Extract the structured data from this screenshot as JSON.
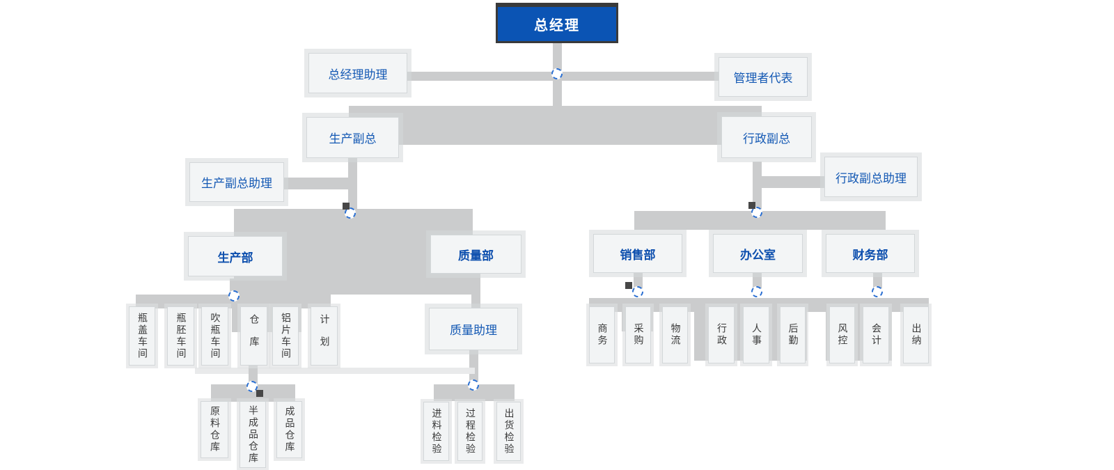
{
  "chart_type": "organization-chart",
  "colors": {
    "root_fill": "#0b54b4",
    "root_border": "#3a3a3a",
    "node_fill": "#f3f5f6",
    "node_text_blue": "#1459b4",
    "leaf_text": "#3a3a3a",
    "connector_gray": "#cbcccd",
    "connector_light": "#e9eaeb",
    "handle_border_blue": "#2a6fd2",
    "handle_square_dark": "#474747"
  },
  "nodes": {
    "gm": {
      "label": "总经理"
    },
    "gm_assistant": {
      "label": "总经理助理"
    },
    "mgmt_rep": {
      "label": "管理者代表"
    },
    "production_vp": {
      "label": "生产副总"
    },
    "admin_vp": {
      "label": "行政副总"
    },
    "production_vp_assistant": {
      "label": "生产副总助理"
    },
    "admin_vp_assistant": {
      "label": "行政副总助理"
    },
    "production_dept": {
      "label": "生产部"
    },
    "quality_dept": {
      "label": "质量部"
    },
    "sales_dept": {
      "label": "销售部"
    },
    "office": {
      "label": "办公室"
    },
    "finance_dept": {
      "label": "财务部"
    },
    "quality_assistant": {
      "label": "质量助理"
    },
    "cap_workshop": {
      "label": "瓶盖车间"
    },
    "preform_workshop": {
      "label": "瓶胚车间"
    },
    "blow_workshop": {
      "label": "吹瓶车间"
    },
    "warehouse": {
      "label": "仓库"
    },
    "aluminum_workshop": {
      "label": "铝片车间"
    },
    "planning": {
      "label": "计划"
    },
    "raw_material_warehouse": {
      "label": "原料仓库"
    },
    "semi_finished_warehouse": {
      "label": "半成品仓库"
    },
    "finished_goods_warehouse": {
      "label": "成品仓库"
    },
    "incoming_inspection": {
      "label": "进料检验"
    },
    "process_inspection": {
      "label": "过程检验"
    },
    "outgoing_inspection": {
      "label": "出货检验"
    },
    "business": {
      "label": "商务"
    },
    "procurement": {
      "label": "采购"
    },
    "logistics": {
      "label": "物流"
    },
    "administration": {
      "label": "行政"
    },
    "hr": {
      "label": "人事"
    },
    "general_support": {
      "label": "后勤"
    },
    "risk_control": {
      "label": "风控"
    },
    "accounting": {
      "label": "会计"
    },
    "cashier": {
      "label": "出纳"
    }
  },
  "hierarchy": {
    "总经理": {
      "staff": [
        "总经理助理",
        "管理者代表"
      ],
      "children": {
        "生产副总": {
          "staff": [
            "生产副总助理"
          ],
          "children": {
            "生产部": [
              "瓶盖车间",
              "瓶胚车间",
              "吹瓶车间",
              "仓库",
              "铝片车间",
              "计划"
            ],
            "质量部": {
              "质量助理": [
                "进料检验",
                "过程检验",
                "出货检验"
              ]
            },
            "仓库": [
              "原料仓库",
              "半成品仓库",
              "成品仓库"
            ]
          }
        },
        "行政副总": {
          "staff": [
            "行政副总助理"
          ],
          "children": {
            "销售部": [
              "商务",
              "采购",
              "物流"
            ],
            "办公室": [
              "行政",
              "人事",
              "后勤"
            ],
            "财务部": [
              "风控",
              "会计",
              "出纳"
            ]
          }
        }
      }
    }
  }
}
